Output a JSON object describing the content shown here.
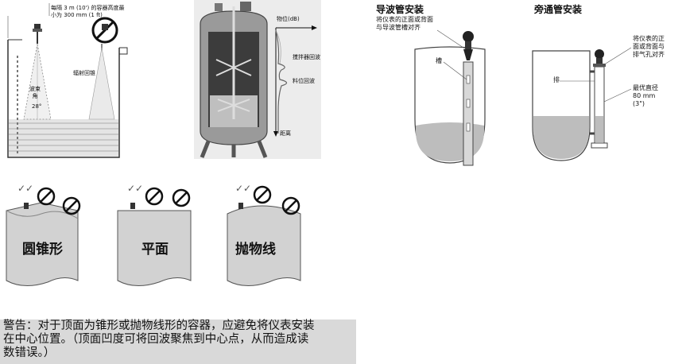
{
  "fig1": {
    "spacing_note": [
      "每隔 3 m (10') 的容器高度最",
      "小为 300 mm (1 ft)"
    ],
    "cone_label": "辐射回锥",
    "beam_label": [
      "波束",
      "角"
    ],
    "beam_angle": "28°"
  },
  "fig2": {
    "ylabel": "物位(dB)",
    "agitator_echo": "搅拌器回波",
    "level_echo": "料位回波",
    "xlabel": "距离"
  },
  "stillpipe": {
    "title": "导波管安装",
    "note": [
      "将仪表的正面或背面",
      "与导波管槽对齐"
    ],
    "slot_label": "槽"
  },
  "bypass": {
    "title": "旁通管安装",
    "note": [
      "将仪表的正",
      "面或背面与",
      "排气孔对齐"
    ],
    "vent_label": "排",
    "diameter": [
      "最优直径",
      "80 mm",
      "(3\")"
    ]
  },
  "roofs": [
    {
      "label": "圆锥形"
    },
    {
      "label": "平面"
    },
    {
      "label": "抛物线"
    }
  ],
  "warning": {
    "lines": [
      "警告：对于顶面为锥形或抛物线形的容器，应避免将仪表安装",
      "在中心位置。（顶面凹度可将回波聚焦到中心点，从而造成读",
      "数错误。）"
    ]
  },
  "colors": {
    "fill": "#c8c8c8",
    "dark": "#333333",
    "warning_bg": "#d9d9d9"
  }
}
